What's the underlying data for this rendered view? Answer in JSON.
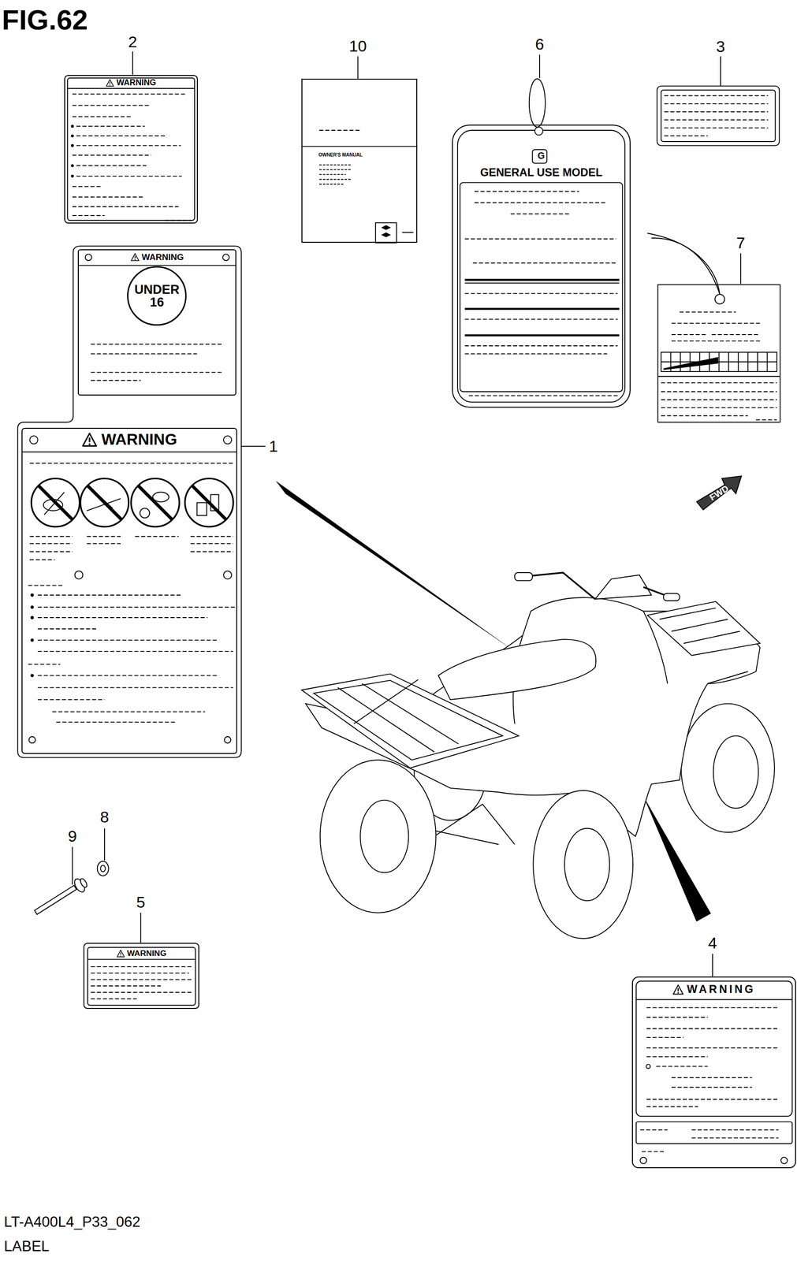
{
  "diagram": {
    "title": "FIG.62",
    "nodes": [
      {
        "text": [
          "WARNING"
        ]
      },
      {
        "text": [
          "UNDER 16"
        ],
        "in": 0
      },
      {
        "text": [
          "WARNING"
        ]
      },
      {
        "text": [
          "WARNING"
        ]
      },
      {
        "text": [
          "OWNER'S MANUAL"
        ]
      },
      {
        "text": [
          "G",
          "GENERAL USE MODEL"
        ]
      },
      {
        "text": [
          "WARNING"
        ]
      },
      {
        "text": [
          "WARNING"
        ]
      },
      {
        "text": [
          "FWD"
        ]
      }
    ],
    "labels": [
      "2",
      "10",
      "6",
      "3",
      "7",
      "1",
      "8",
      "9",
      "5",
      "4",
      "LT-A400L4_P33_062",
      "LABEL"
    ]
  }
}
